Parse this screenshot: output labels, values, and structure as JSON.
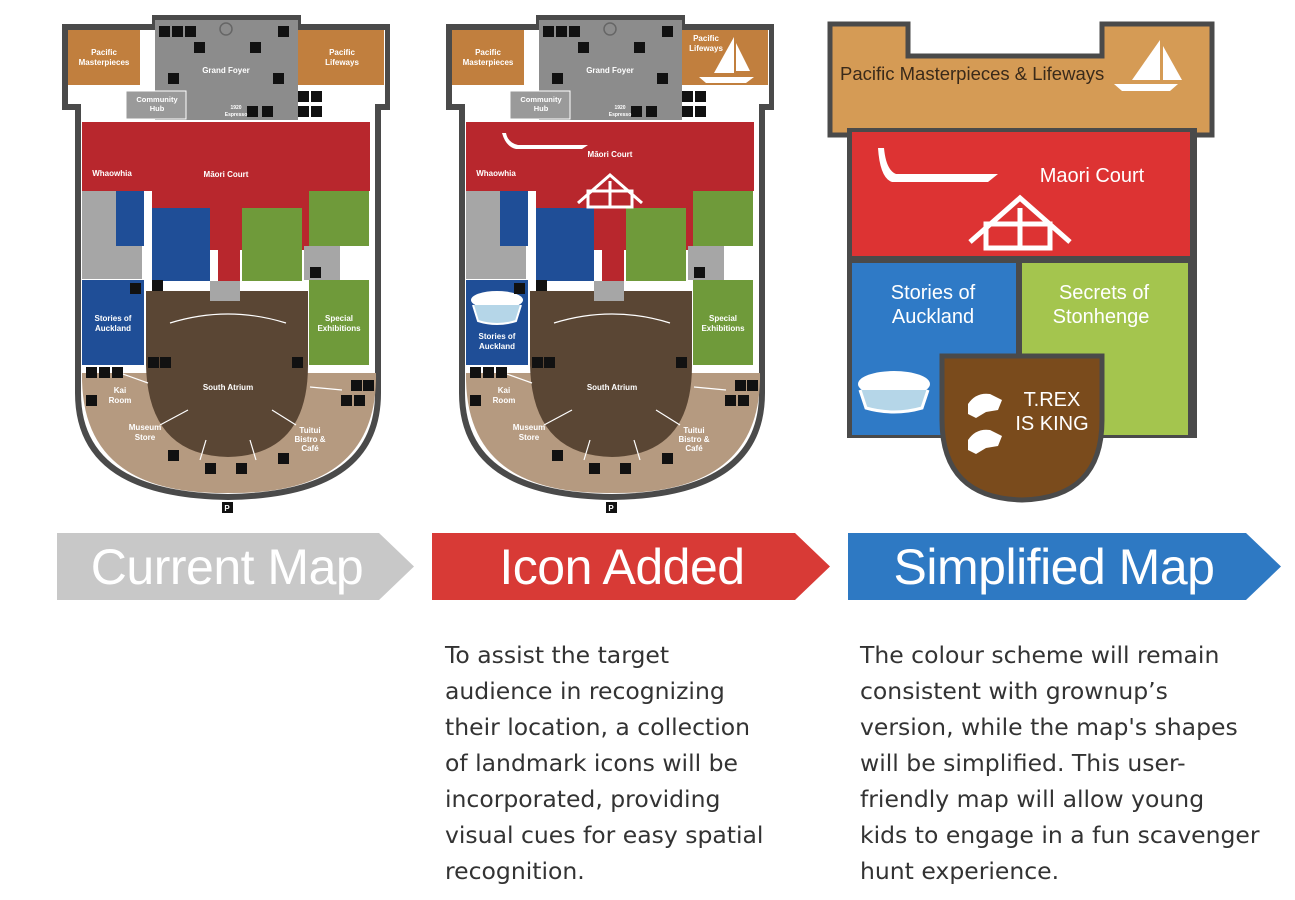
{
  "colors": {
    "orange": "#c17f3e",
    "grey": "#8c8c8c",
    "red": "#b8272d",
    "blue": "#1f4e97",
    "green": "#6f9a3a",
    "brown": "#5a4634",
    "tan": "#b59a80",
    "outline": "#4a4a4a",
    "banner_grey": "#c8c8c8",
    "banner_red": "#d83a36",
    "banner_blue": "#2e79c3",
    "simple_orange": "#d59b55",
    "simple_red": "#dd3333",
    "simple_blue": "#2f7ac6",
    "simple_green": "#a4c54e",
    "simple_brown": "#7a4b1c"
  },
  "detailed_map": {
    "rooms": {
      "pacific_masterpieces": "Pacific Masterpieces",
      "pacific_lifeways": "Pacific Lifeways",
      "grand_foyer": "Grand Foyer",
      "community_hub": "Community Hub",
      "espresso": "1920 Espresso",
      "maori_court": "Māori Court",
      "whaowhia": "Whaowhia",
      "stories_of_auckland": "Stories of Auckland",
      "special_exhibitions": "Special Exhibitions",
      "south_atrium": "South Atrium",
      "kai_room": "Kai Room",
      "museum_store": "Museum Store",
      "tuitui": "Tuitui Bistro & Café",
      "parking": "P"
    }
  },
  "simplified_map": {
    "top": "Pacific Masterpieces & Lifeways",
    "red": "Maori Court",
    "blue": "Stories of Auckland",
    "green": "Secrets of Stonhenge",
    "brown": "T.REX IS KING"
  },
  "banners": {
    "current": "Current Map",
    "icon": "Icon Added",
    "simplified": "Simplified Map"
  },
  "descriptions": {
    "icon_added": [
      "To assist the target",
      "audience in recognizing",
      "their location, a collection",
      "of landmark icons will be",
      "incorporated, providing",
      "visual cues for easy spatial",
      "recognition."
    ],
    "simplified": [
      "The colour scheme will remain",
      "consistent with grownup’s",
      "version, while the map's shapes",
      "will be simplified. This user-",
      "friendly map will allow young",
      "kids to engage in a fun scavenger",
      "hunt experience."
    ]
  }
}
